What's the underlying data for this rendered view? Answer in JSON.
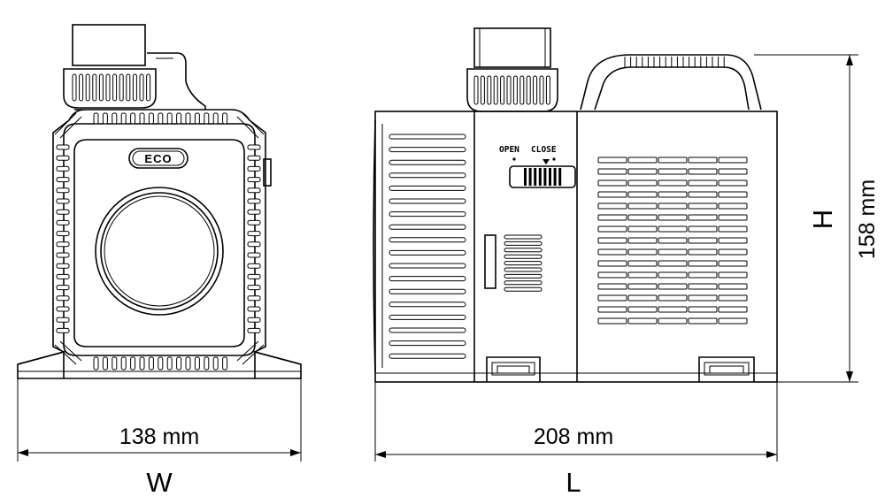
{
  "front_view": {
    "badge": "ECO",
    "width_value": "138 mm",
    "width_letter": "W"
  },
  "side_view": {
    "valve_open": "OPEN",
    "valve_close": "CLOSE",
    "length_value": "208 mm",
    "length_letter": "L",
    "height_value": "158 mm",
    "height_letter": "H"
  }
}
